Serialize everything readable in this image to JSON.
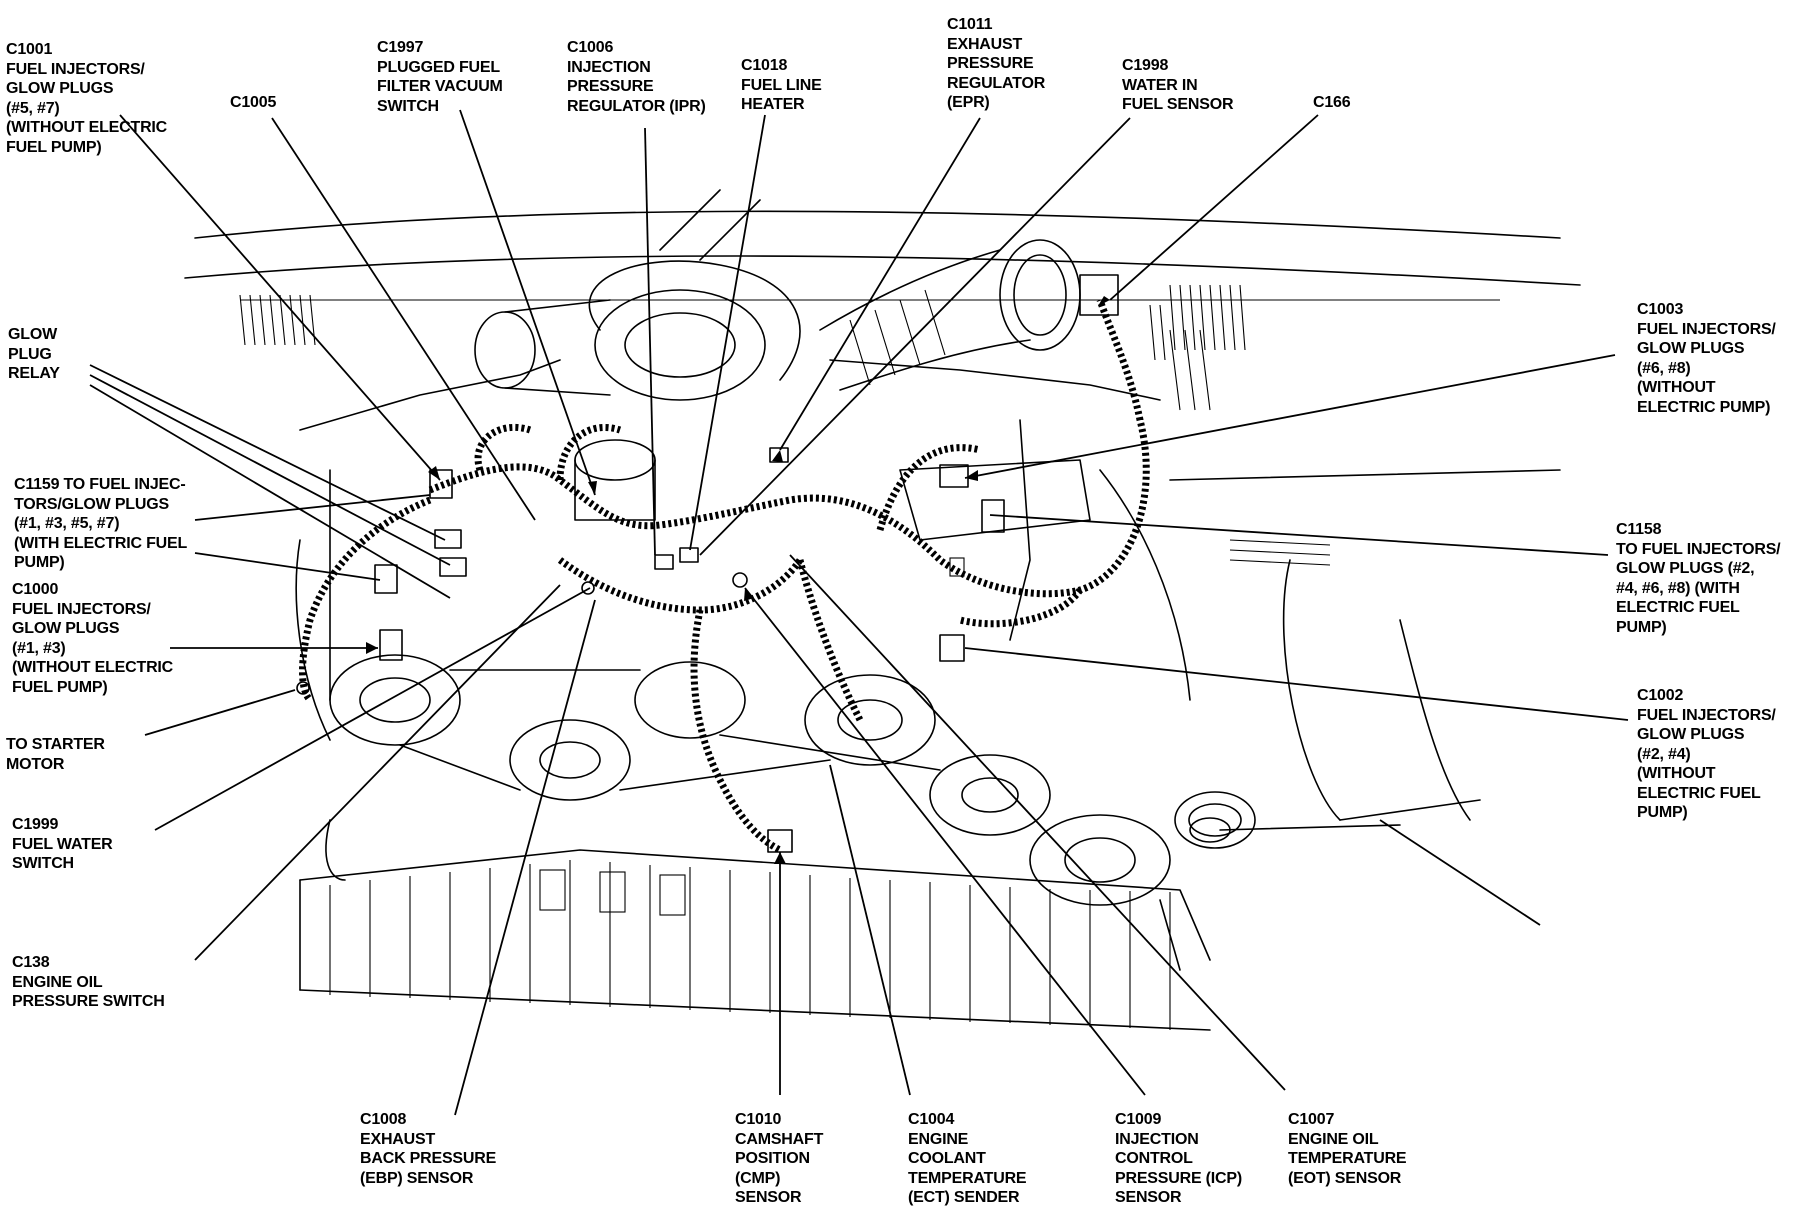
{
  "callouts": [
    {
      "id": "c1001",
      "lines": [
        "C1001",
        "FUEL INJECTORS/",
        "GLOW PLUGS",
        "(#5, #7)",
        "(WITHOUT ELECTRIC",
        "FUEL PUMP)"
      ]
    },
    {
      "id": "c1005",
      "lines": [
        "C1005"
      ]
    },
    {
      "id": "c1997",
      "lines": [
        "C1997",
        "PLUGGED FUEL",
        "FILTER VACUUM",
        "SWITCH"
      ]
    },
    {
      "id": "c1006",
      "lines": [
        "C1006",
        "INJECTION",
        "PRESSURE",
        "REGULATOR (IPR)"
      ]
    },
    {
      "id": "c1018",
      "lines": [
        "C1018",
        "FUEL LINE",
        "HEATER"
      ]
    },
    {
      "id": "c1011",
      "lines": [
        "C1011",
        "EXHAUST",
        "PRESSURE",
        "REGULATOR",
        "(EPR)"
      ]
    },
    {
      "id": "c1998",
      "lines": [
        "C1998",
        "WATER IN",
        "FUEL SENSOR"
      ]
    },
    {
      "id": "c166",
      "lines": [
        "C166"
      ]
    },
    {
      "id": "glow-plug-relay",
      "lines": [
        "GLOW",
        "PLUG",
        "RELAY"
      ]
    },
    {
      "id": "c1003",
      "lines": [
        "C1003",
        "FUEL INJECTORS/",
        "GLOW PLUGS",
        "(#6, #8)",
        "(WITHOUT",
        "ELECTRIC PUMP)"
      ]
    },
    {
      "id": "c1159",
      "lines": [
        "C1159 TO FUEL INJEC-",
        "TORS/GLOW PLUGS",
        "(#1, #3, #5, #7)",
        "(WITH ELECTRIC FUEL",
        "PUMP)"
      ]
    },
    {
      "id": "c1158",
      "lines": [
        "C1158",
        "TO FUEL INJECTORS/",
        "GLOW PLUGS (#2,",
        "#4, #6, #8) (WITH",
        "ELECTRIC FUEL",
        "PUMP)"
      ]
    },
    {
      "id": "c1000",
      "lines": [
        "C1000",
        "FUEL INJECTORS/",
        "GLOW PLUGS",
        "(#1, #3)",
        "(WITHOUT ELECTRIC",
        "FUEL PUMP)"
      ]
    },
    {
      "id": "to-starter",
      "lines": [
        "TO STARTER",
        "MOTOR"
      ]
    },
    {
      "id": "c1002",
      "lines": [
        "C1002",
        "FUEL INJECTORS/",
        "GLOW PLUGS",
        "(#2, #4)",
        "(WITHOUT",
        "ELECTRIC FUEL",
        "PUMP)"
      ]
    },
    {
      "id": "c1999",
      "lines": [
        "C1999",
        "FUEL WATER",
        "SWITCH"
      ]
    },
    {
      "id": "c138",
      "lines": [
        "C138",
        "ENGINE OIL",
        "PRESSURE SWITCH"
      ]
    },
    {
      "id": "c1008",
      "lines": [
        "C1008",
        "EXHAUST",
        "BACK PRESSURE",
        "(EBP) SENSOR"
      ]
    },
    {
      "id": "c1010",
      "lines": [
        "C1010",
        "CAMSHAFT",
        "POSITION",
        "(CMP)",
        "SENSOR"
      ]
    },
    {
      "id": "c1004",
      "lines": [
        "C1004",
        "ENGINE",
        "COOLANT",
        "TEMPERATURE",
        "(ECT) SENDER"
      ]
    },
    {
      "id": "c1009",
      "lines": [
        "C1009",
        "INJECTION",
        "CONTROL",
        "PRESSURE (ICP)",
        "SENSOR"
      ]
    },
    {
      "id": "c1007",
      "lines": [
        "C1007",
        "ENGINE OIL",
        "TEMPERATURE",
        "(EOT) SENSOR"
      ]
    }
  ]
}
